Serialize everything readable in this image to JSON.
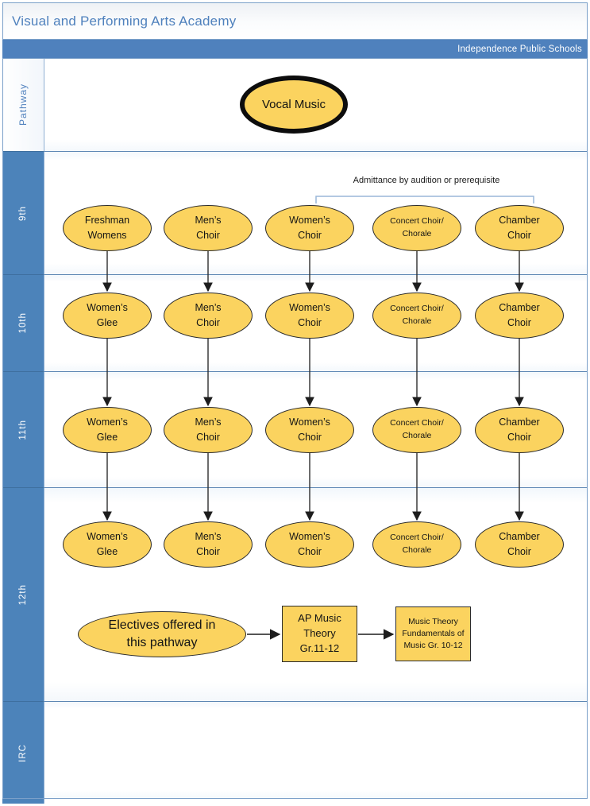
{
  "header": {
    "title": "Visual and Performing Arts Academy",
    "district": "Independence Public Schools"
  },
  "sidebar": {
    "pathway_label": "Pathway",
    "irc_label": "IRC"
  },
  "pathway_node": "Vocal Music",
  "annotation": "Admittance by audition or prerequisite",
  "grades": [
    {
      "label": "9th",
      "nodes": [
        "Freshman\nWomens",
        "Men’s\nChoir",
        "Women’s\nChoir",
        "Concert Choir/\nChorale",
        "Chamber\nChoir"
      ]
    },
    {
      "label": "10th",
      "nodes": [
        "Women’s\nGlee",
        "Men’s\nChoir",
        "Women’s\nChoir",
        "Concert Choir/\nChorale",
        "Chamber\nChoir"
      ]
    },
    {
      "label": "11th",
      "nodes": [
        "Women’s\nGlee",
        "Men’s\nChoir",
        "Women’s\nChoir",
        "Concert Choir/\nChorale",
        "Chamber\nChoir"
      ]
    },
    {
      "label": "12th",
      "nodes": [
        "Women’s\nGlee",
        "Men’s\nChoir",
        "Women’s\nChoir",
        "Concert Choir/\nChorale",
        "Chamber\nChoir"
      ]
    }
  ],
  "electives": {
    "ellipse": "Electives offered in\nthis pathway",
    "ap_music_box": "AP Music\nTheory\nGr.11-12",
    "fundamentals_box": "Music Theory\nFundamentals of\nMusic Gr. 10-12"
  },
  "colors": {
    "accent_blue": "#4f81bd",
    "title_blue": "#4f81bd",
    "node_fill": "#fbd35f",
    "node_border": "#2b2b2b",
    "bracket_blue": "#9ab7d8",
    "divider_blue": "#5d87b4"
  }
}
